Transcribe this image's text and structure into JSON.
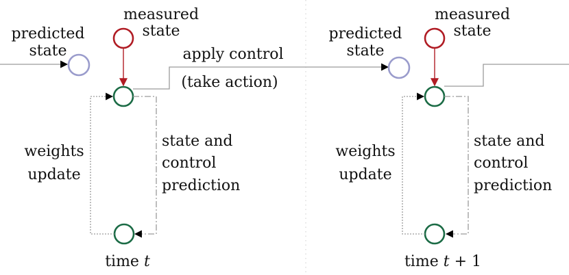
{
  "colors": {
    "predicted": "#9a9ccc",
    "measured": "#b01c24",
    "current": "#1b6b45",
    "line": "#9a9a9a",
    "arrow": "#000000",
    "text": "#111111"
  },
  "blocks": [
    {
      "predicted_state": [
        "predicted",
        "state"
      ],
      "measured_state": [
        "measured",
        "state"
      ],
      "weights_update": [
        "weights",
        "update"
      ],
      "prediction": [
        "state and",
        "control",
        "prediction"
      ],
      "time_prefix": "time",
      "time_var": "t",
      "time_suffix": ""
    },
    {
      "predicted_state": [
        "predicted",
        "state"
      ],
      "measured_state": [
        "measured",
        "state"
      ],
      "weights_update": [
        "weights",
        "update"
      ],
      "prediction": [
        "state and",
        "control",
        "prediction"
      ],
      "time_prefix": "time",
      "time_var": "t",
      "time_suffix": "+ 1"
    }
  ],
  "apply_control": [
    "apply control",
    "(take action)"
  ]
}
